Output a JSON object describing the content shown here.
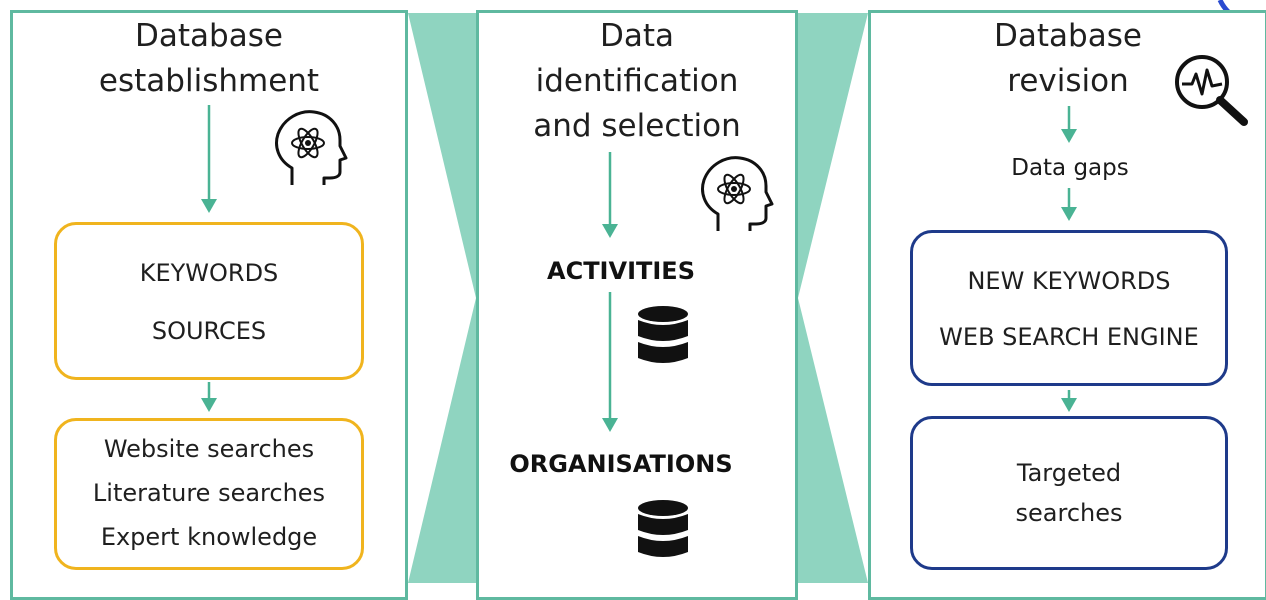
{
  "panels": [
    {
      "title": [
        "Database",
        "establishment"
      ],
      "box1": [
        "KEYWORDS",
        "SOURCES"
      ],
      "box2": [
        "Website searches",
        "Literature searches",
        "Expert knowledge"
      ]
    },
    {
      "title": [
        "Data",
        "identification",
        "and selection"
      ],
      "step1": "ACTIVITIES",
      "step2": "ORGANISATIONS"
    },
    {
      "title": [
        "Database",
        "revision"
      ],
      "gap_label": "Data gaps",
      "box1": [
        "NEW KEYWORDS",
        "WEB SEARCH ENGINE"
      ],
      "box2": [
        "Targeted",
        "searches"
      ]
    }
  ],
  "icons": {
    "panel1": "brain-atom-head-icon",
    "panel2": "brain-atom-head-icon",
    "panel3": "magnifier-pulse-icon",
    "databases": "database-icon"
  },
  "colors": {
    "border_teal": "#5fb9a0",
    "chevron_teal": "#8fd4c0",
    "arrow_teal": "#4ab394",
    "box_yellow": "#f0b41e",
    "box_navy": "#1e3a8a"
  }
}
